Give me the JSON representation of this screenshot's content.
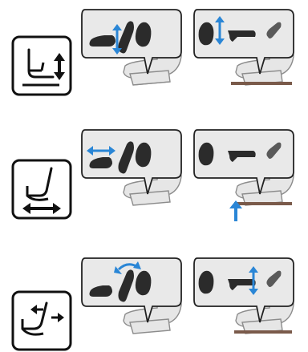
{
  "colors": {
    "seat_fill": "#e6e6e6",
    "seat_stroke": "#8c8c8c",
    "control_dark": "#2b2b2b",
    "control_mid": "#5a5a5a",
    "arrow_blue": "#2a86d6",
    "icon_stroke": "#111111"
  },
  "rows": [
    {
      "id": "seat-height",
      "icon": "seat-height-adjust-icon",
      "left_panel_highlight": "cushion-lever-vertical",
      "right_panel_highlight": "round-knob-vertical"
    },
    {
      "id": "seat-slide",
      "icon": "seat-slide-adjust-icon",
      "left_panel_highlight": "cushion-lever-horizontal",
      "right_panel_highlight": "front-bar-lift"
    },
    {
      "id": "backrest-recline",
      "icon": "backrest-recline-adjust-icon",
      "left_panel_highlight": "backrest-lever-rotate",
      "right_panel_highlight": "back-lever-vertical"
    }
  ]
}
